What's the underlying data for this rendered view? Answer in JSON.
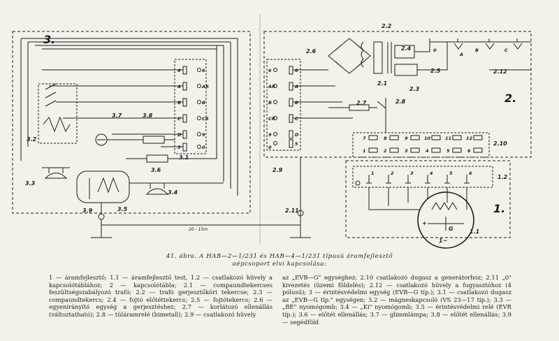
{
  "section_numbers": {
    "s3": "3.",
    "s2": "2.",
    "s1": "1.",
    "s1_sub": "1~"
  },
  "component_labels": {
    "l2_2": "2.2",
    "l2_4": "2.4",
    "l2_5": "2.5",
    "l2_6": "2.6",
    "l2_1": "2.1",
    "l2_3": "2.3",
    "l2_7": "2.7",
    "l2_8": "2.8",
    "l2_12": "2.12",
    "l2_10": "2.10",
    "l2_9": "2.9",
    "l2_11": "2.11",
    "l3_2": "3.2",
    "l3_7": "3.7",
    "l3_8": "3.8",
    "l3_1": "3.1",
    "l3_6": "3.6",
    "l3_3": "3.3",
    "l3_4": "3.4",
    "l3_9": "3.9",
    "l3_5": "3.5",
    "l1_2": "1.2",
    "l1_1": "1.1"
  },
  "distance_label": "20 - 15m",
  "terminals_3_1_left": [
    "6",
    "A",
    "B",
    "C",
    "D",
    "5"
  ],
  "terminals_3_1_right": [
    "6",
    "AR",
    "B",
    "CR",
    "9",
    "0"
  ],
  "terminals_2_9_left": [
    "6",
    "AR",
    "B",
    "CR",
    "9",
    "0"
  ],
  "terminals_2_9_right": [
    "6",
    "A",
    "B",
    "C",
    "D",
    "5"
  ],
  "terminals_2_10": [
    "7",
    "8",
    "9",
    "10",
    "11",
    "12",
    "1",
    "2",
    "3",
    "4",
    "5",
    "6"
  ],
  "terminals_1_2": [
    "1",
    "2",
    "3",
    "4",
    "5",
    "6"
  ],
  "socket_2_12": [
    "0",
    "A",
    "B",
    "C"
  ],
  "machine_symbols": {
    "plus": "+",
    "g": "G"
  },
  "caption": {
    "line1": "41. ábra. A HAB—2—1/231 és HAB—4—1/231 típusú áramfejlesztő",
    "line2": "aépcsoport elvi kapcsolása:"
  },
  "legend_left": [
    "1 — áramfejlesztő; 1.1 — áramfejlesztő test, 1.2 — csatlakozó hüvely a kapcsolótáblához; 2 — kapcsolótábla; 2.1 — compaundtekercses feszültségszabályozó trafó; 2.2 — trafó gerjesztőköri tekercse; 2.3 — compaundtekercs; 2.4 — fojtó előtéttekercs; 2.5 — fojtótekercs; 2.6 — egyenirányító egység a gerjesztéshez; 2.7 — korlátozó ellenállás (változtatható); 2.8 — túláramrelé (bimetall); 2.9 — csatlakozó hüvely"
  ],
  "legend_right": [
    "az „EVB—G\" egységhez; 2.10 csatlakozó dugasz a generátorhoz; 2.11 „0\" kivezetés (üzemi földelés); 2.12 — csatlakozó hüvely a fogyasztóhoz (4 pólusú); 3 — érintésvédelmi egység (EVB—G típ.); 3.1 — csatlakozó dugasz az „EVB—G típ.\" egységen; 3.2 — mágneskapcsoló (VS 23—17 típ.); 3.3 — „BE\" nyomógomb; 3.4 — „Ki\" nyomógomb; 3.5 — érintésvédelmi relé (EVR típ.); 3.6 — előtét ellenállás; 3.7 — glimmlámpa; 3.8 — előtét ellenállás; 3.9 — segédföld"
  ]
}
